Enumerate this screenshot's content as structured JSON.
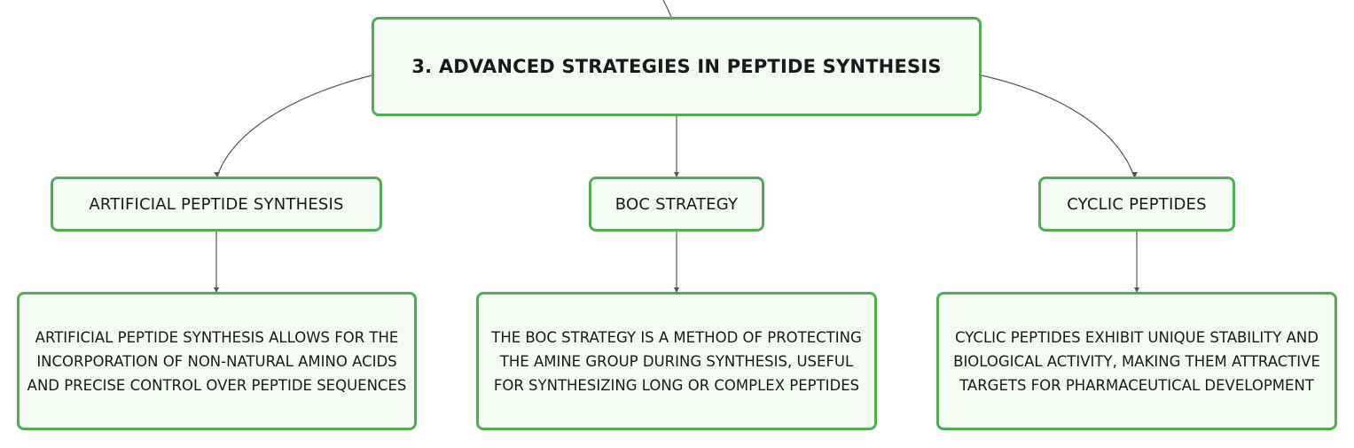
{
  "diagram": {
    "root": {
      "label": "3. ADVANCED STRATEGIES IN PEPTIDE SYNTHESIS"
    },
    "branches": [
      {
        "title": "ARTIFICIAL PEPTIDE SYNTHESIS",
        "description": "ARTIFICIAL PEPTIDE SYNTHESIS ALLOWS FOR THE INCORPORATION OF NON-NATURAL AMINO ACIDS AND PRECISE CONTROL OVER PEPTIDE SEQUENCES"
      },
      {
        "title": "BOC STRATEGY",
        "description": "THE BOC STRATEGY IS A METHOD OF PROTECTING THE AMINE GROUP DURING SYNTHESIS, USEFUL FOR SYNTHESIZING LONG OR COMPLEX PEPTIDES"
      },
      {
        "title": "CYCLIC PEPTIDES",
        "description": "CYCLIC PEPTIDES EXHIBIT UNIQUE STABILITY AND BIOLOGICAL ACTIVITY, MAKING THEM ATTRACTIVE TARGETS FOR PHARMACEUTICAL DEVELOPMENT"
      }
    ],
    "colors": {
      "node_border": "#4caf50",
      "node_fill": "#f4faf4",
      "connector": "#555555",
      "text": "#1a1a1a"
    }
  }
}
